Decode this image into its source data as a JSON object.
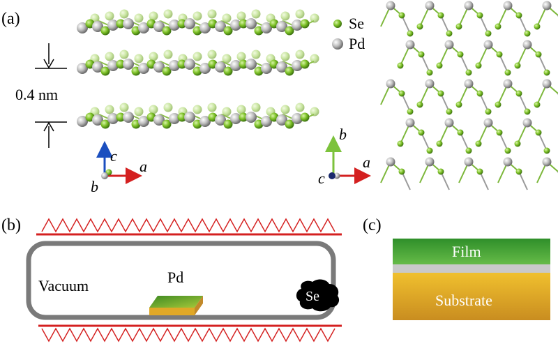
{
  "panels": {
    "a": "(a)",
    "b": "(b)",
    "c": "(c)"
  },
  "legend": {
    "se_label": "Se",
    "pd_label": "Pd",
    "se_color": "#6fb51e",
    "pd_color": "#b9b9b9"
  },
  "structure": {
    "spacing_label": "0.4 nm",
    "axes_side": {
      "c": "c",
      "b": "b",
      "a": "a"
    },
    "axes_top": {
      "b": "b",
      "c": "c",
      "a": "a"
    },
    "axis_colors": {
      "a": "#d42020",
      "b": "#7cc23c",
      "c": "#1b4fbf"
    }
  },
  "chamber": {
    "vacuum_label": "Vacuum",
    "source_label": "Pd",
    "target_label": "Se",
    "heater_color": "#d42020",
    "tube_color": "#7a7a7a"
  },
  "stack": {
    "film_label": "Film",
    "substrate_label": "Substrate",
    "film_color": "#3f9a2e",
    "substrate_color": "#e0a827"
  }
}
